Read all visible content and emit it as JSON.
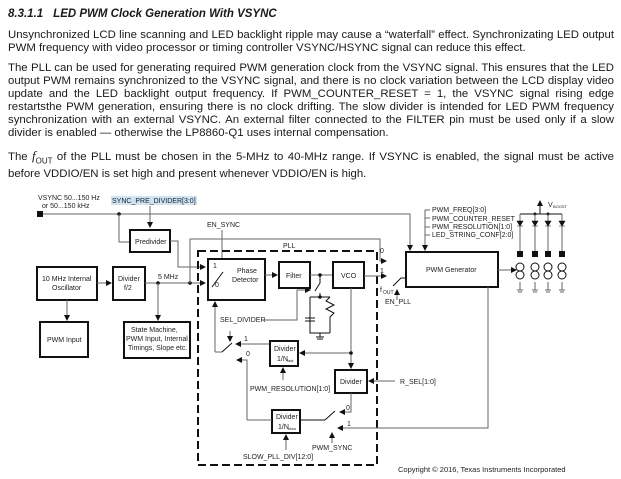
{
  "section": {
    "number": "8.3.1.1",
    "title": "LED PWM Clock Generation With VSYNC"
  },
  "paragraphs": [
    "Unsynchronized LCD line scanning and LED backlight ripple may cause a “waterfall” effect. Synchronizating LED output PWM frequency with video processor or timing controller VSYNC/HSYNC signal can reduce this effect.",
    "The PLL can be used for generating required PWM generation clock from the VSYNC signal. This ensures that the LED output PWM remains synchronized to the VSYNC signal, and there is no clock variation between the LCD display video update and the LED backlight output frequency. If PWM_COUNTER_RESET = 1, the VSYNC signal rising edge restartsthe PWM generation, ensuring there is no clock drifting. The slow divider is intended for LED PWM frequency synchronization with an external VSYNC. An external filter connected to the FILTER pin must be used only if a slow divider is enabled — otherwise the LP8860-Q1 uses internal compensation."
  ],
  "para3": {
    "pre": "The ",
    "sym": "f",
    "sub": "OUT",
    "post": " of the PLL must be chosen in the 5-MHz to 40-MHz range. If VSYNC is enabled, the signal must be active before VDDIO/EN is set high and present whenever VDDIO/EN is high."
  },
  "diagram": {
    "vsync_l1": "VSYNC 50...150 Hz",
    "vsync_l2": "or 50...150 kHz",
    "sync_pre_divider": "SYNC_PRE_DIVIDER[3:0]",
    "predivider": "Predivider",
    "en_sync": "EN_SYNC",
    "pll": "PLL",
    "osc_l1": "10 MHz Internal",
    "osc_l2": "Oscillator",
    "div2_l1": "Divider",
    "div2_l2": "f/2",
    "mhz5": "5 MHz",
    "pd_l1": "Phase",
    "pd_l2": "Detector",
    "filter": "Filter",
    "vco": "VCO",
    "pwm_gen": "PWM Generator",
    "fout": "f",
    "fout_sub": "OUT",
    "en_pll": "EN_PLL",
    "regs": [
      "PWM_FREQ[3:0]",
      "PWM_COUNTER_RESET",
      "PWM_RESOLUTION[1:0]",
      "LED_STRING_CONF[2:0]"
    ],
    "vboost": "V",
    "vboost_sub": "BOOST",
    "pwm_input": "PWM Input",
    "sm_l1": "State Machine,",
    "sm_l2": "PWM Input, Internal",
    "sm_l3": "Timings, Slope etc.",
    "sel_divider": "SEL_DIVIDER",
    "divider": "Divider",
    "nfast": "1/N",
    "nfast_sub": "fast",
    "nslow": "1/N",
    "nslow_sub": "slow",
    "pwm_resolution": "PWM_RESOLUTION[1:0]",
    "r_sel": "R_SEL[1:0]",
    "slow_pll_div": "SLOW_PLL_DIV[12:0]",
    "pwm_sync": "PWM_SYNC",
    "in0": "0",
    "in1": "1",
    "highlight_color": "#cfe3f7"
  },
  "copyright": "Copyright © 2016, Texas Instruments Incorporated"
}
